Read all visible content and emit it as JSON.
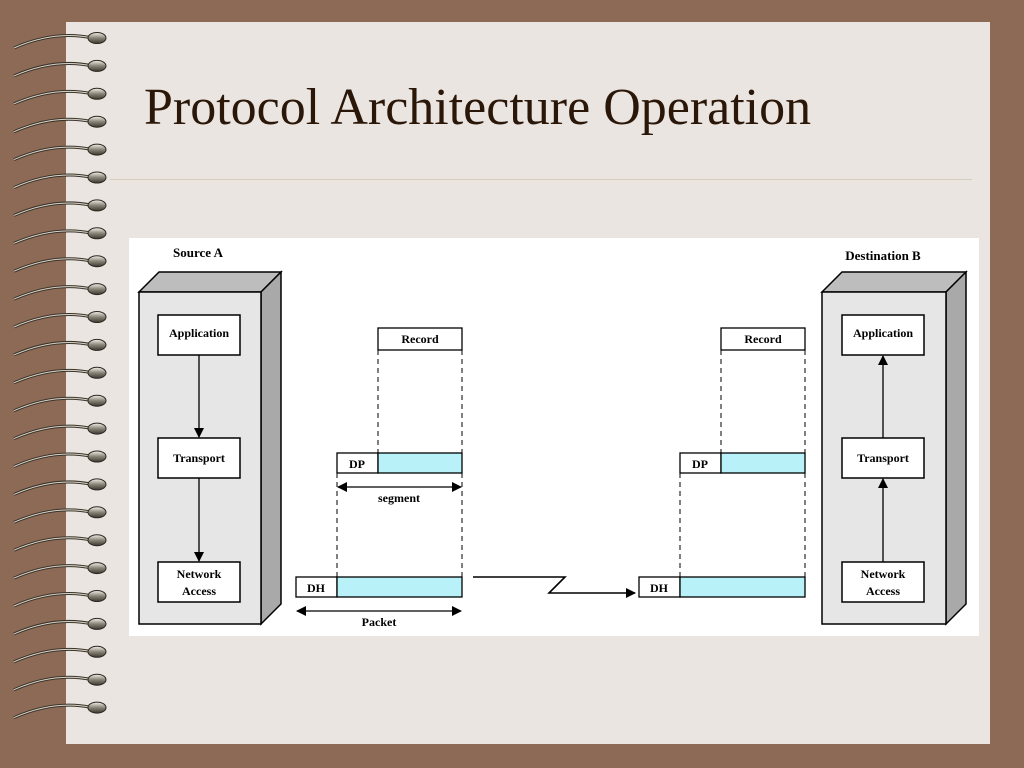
{
  "slide": {
    "title": "Protocol Architecture Operation"
  },
  "diagram": {
    "source": {
      "label": "Source A",
      "layers": [
        "Application",
        "Transport",
        "Network",
        "Access"
      ]
    },
    "destination": {
      "label": "Destination B",
      "layers": [
        "Application",
        "Transport",
        "Network",
        "Access"
      ]
    },
    "left_units": {
      "record": "Record",
      "dp": "DP",
      "segment": "segment",
      "dh": "DH",
      "packet": "Packet"
    },
    "right_units": {
      "record": "Record",
      "dp": "DP",
      "dh": "DH"
    }
  },
  "colors": {
    "background": "#8c6a55",
    "slide": "#ebe5e2",
    "title_text": "#2a1708",
    "payload_fill": "#b8f2f8",
    "box_stack": "#e6e6e6"
  }
}
